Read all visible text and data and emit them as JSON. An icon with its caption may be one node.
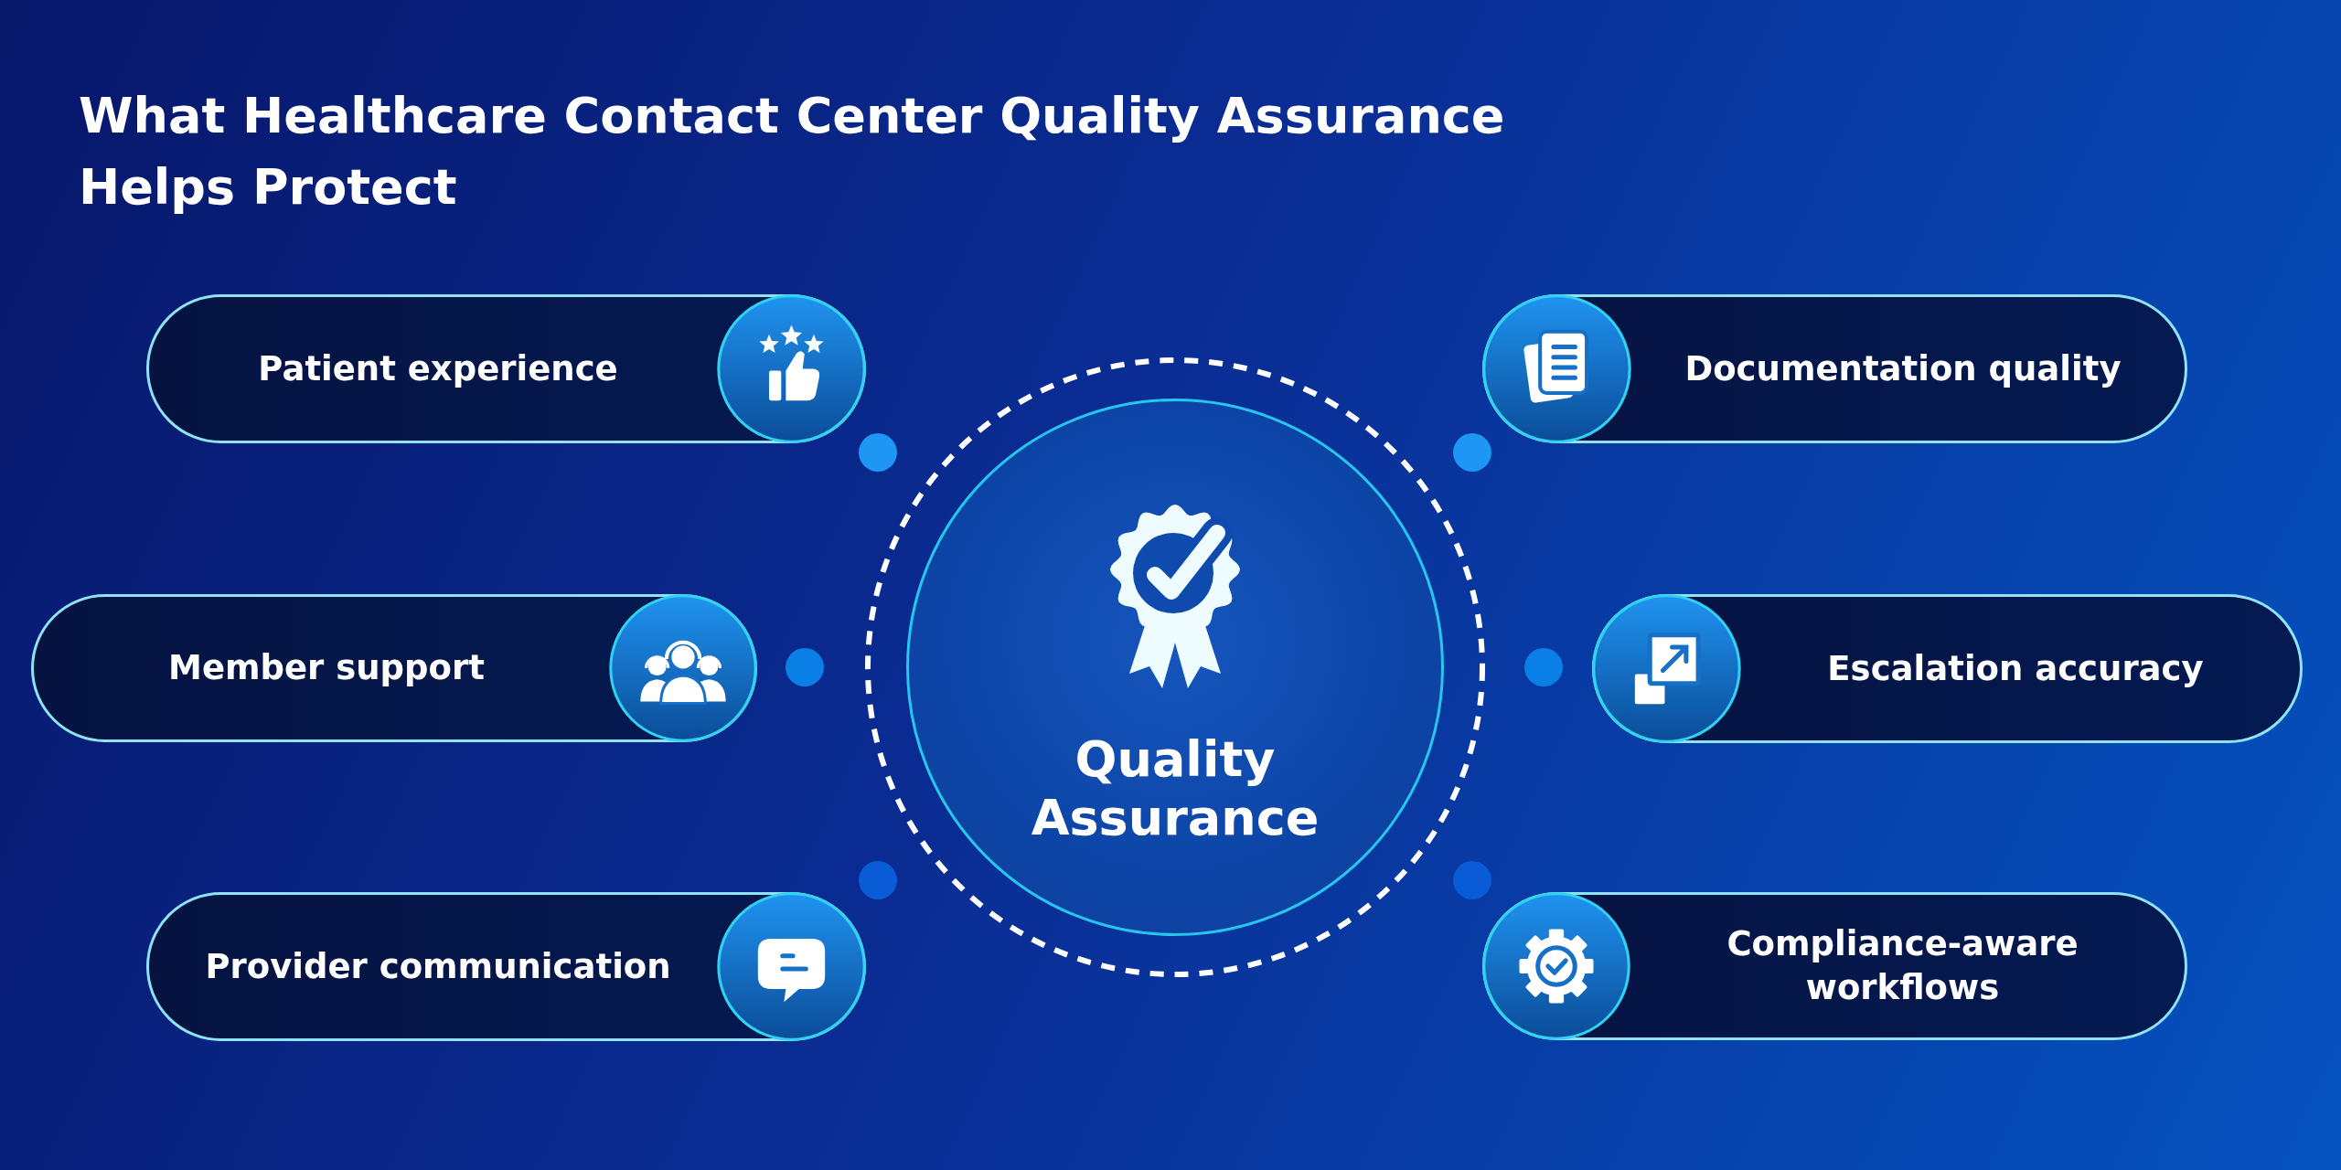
{
  "diagram": {
    "title": "What Healthcare Contact Center Quality Assurance Helps Protect",
    "nodes": [
      {
        "text": [
          "Patient experience"
        ]
      },
      {
        "text": [
          "Documentation quality"
        ]
      },
      {
        "text": [
          "Member support"
        ]
      },
      {
        "text": [
          "Quality Assurance"
        ]
      },
      {
        "text": [
          "Escalation accuracy"
        ]
      },
      {
        "text": [
          "Provider communication"
        ]
      },
      {
        "text": [
          "Compliance-aware workflows"
        ]
      }
    ]
  }
}
